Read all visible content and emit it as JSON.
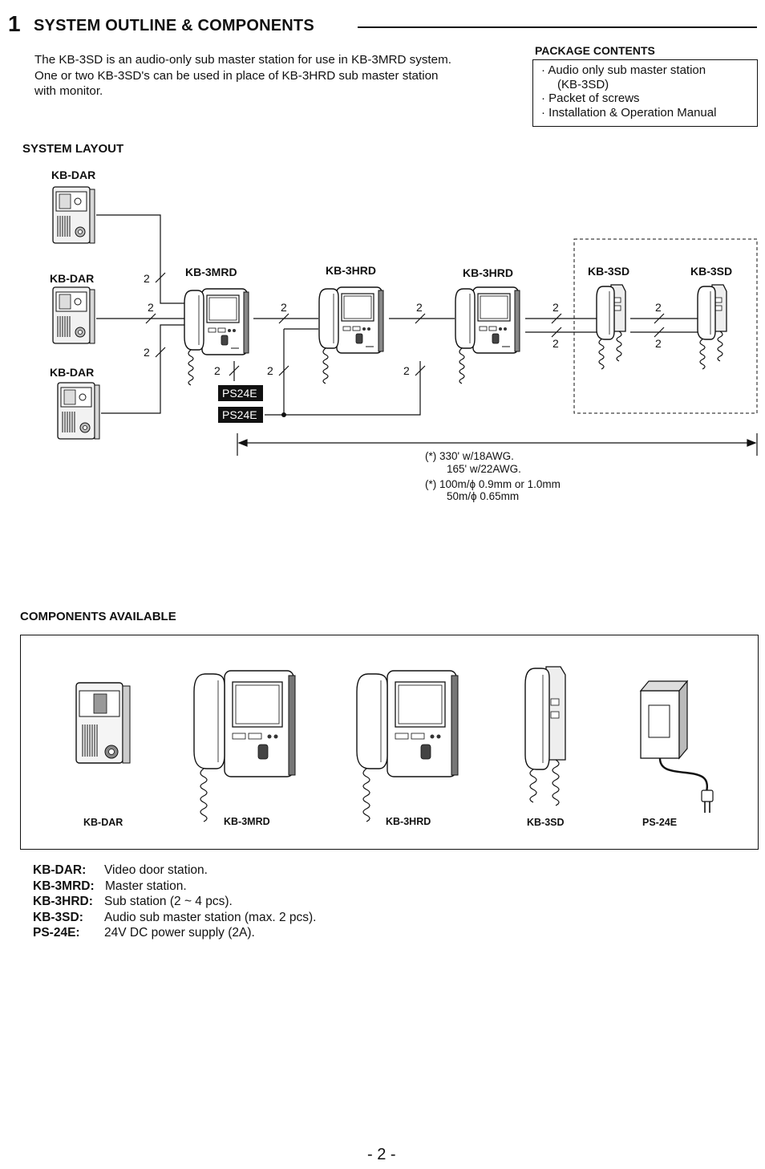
{
  "section": {
    "number": "1",
    "title": "SYSTEM OUTLINE & COMPONENTS"
  },
  "intro": [
    "The KB-3SD is an audio-only sub master station for use in KB-3MRD system.",
    "One or two KB-3SD's can be used in place of KB-3HRD sub master station",
    "with monitor."
  ],
  "package_contents": {
    "heading": "PACKAGE CONTENTS",
    "items": [
      "· Audio only sub master station",
      "(KB-3SD)",
      "· Packet of screws",
      "· Installation & Operation Manual"
    ]
  },
  "system_layout": {
    "heading": "SYSTEM LAYOUT",
    "door_stations": [
      "KB-DAR",
      "KB-DAR",
      "KB-DAR"
    ],
    "master": "KB-3MRD",
    "subs": [
      "KB-3HRD",
      "KB-3HRD"
    ],
    "audio_subs": [
      "KB-3SD",
      "KB-3SD"
    ],
    "power_supplies": [
      "PS24E",
      "PS24E"
    ],
    "wire_count": "2",
    "notes": [
      "(*)  330' w/18AWG.",
      "165' w/22AWG.",
      "(*)  100m/ϕ 0.9mm or 1.0mm",
      "50m/ϕ 0.65mm"
    ]
  },
  "components": {
    "heading": "COMPONENTS AVAILABLE",
    "labels": [
      "KB-DAR",
      "KB-3MRD",
      "KB-3HRD",
      "KB-3SD",
      "PS-24E"
    ]
  },
  "legend": [
    {
      "key": "KB-DAR:",
      "value": "Video door station."
    },
    {
      "key": "KB-3MRD:",
      "value": "Master station."
    },
    {
      "key": "KB-3HRD:",
      "value": "Sub station (2 ~ 4 pcs)."
    },
    {
      "key": "KB-3SD:",
      "value": "Audio sub master station (max. 2 pcs)."
    },
    {
      "key": "PS-24E:",
      "value": "24V DC power supply (2A)."
    }
  ],
  "page_number": "- 2 -"
}
